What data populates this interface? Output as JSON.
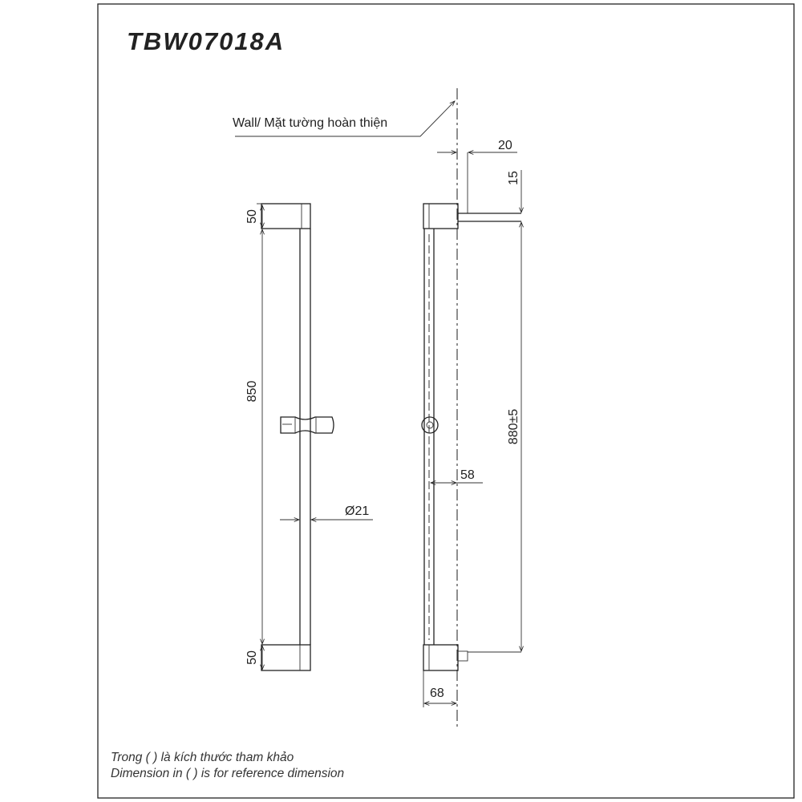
{
  "title": "TBW07018A",
  "wall_label": "Wall/ Mặt tường hoàn thiện",
  "dimensions": {
    "top_cap": "50",
    "bar_length": "850",
    "bottom_cap": "50",
    "diameter": "Ø21",
    "bracket_offset": "20",
    "bracket_height": "15",
    "mount_spacing": "880±5",
    "bar_offset": "58",
    "cap_depth": "68"
  },
  "notes": [
    "Trong ( ) là kích thước tham khảo",
    "Dimension in ( ) is for reference dimension"
  ]
}
